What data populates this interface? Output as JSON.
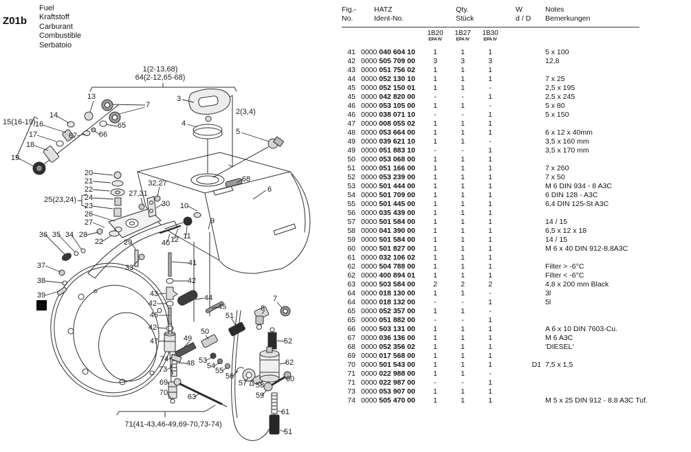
{
  "page": {
    "code": "Z01b",
    "languages": [
      "Fuel",
      "Kraftstoff",
      "Carburant",
      "Combustible",
      "Serbatoio"
    ]
  },
  "table": {
    "header": {
      "fig1": "Fig.-",
      "fig2": "No.",
      "ident1": "HATZ",
      "ident2": "Ident-No.",
      "qty1": "Qty.",
      "qty2": "Stück",
      "w1": "W",
      "w2": "d / D",
      "notes1": "Notes",
      "notes2": "Bemerkungen"
    },
    "variants": [
      {
        "model": "1B20",
        "epa": "EPA IV"
      },
      {
        "model": "1B27",
        "epa": "EPA IV"
      },
      {
        "model": "1B30",
        "epa": "EPA IV"
      }
    ],
    "rows": [
      {
        "fig": "41",
        "prefix": "0000",
        "ident": "040 604 10",
        "qty": [
          "1",
          "1",
          "1"
        ],
        "w": "",
        "notes": "5 x 100"
      },
      {
        "fig": "42",
        "prefix": "0000",
        "ident": "505 709 00",
        "qty": [
          "3",
          "3",
          "3"
        ],
        "w": "",
        "notes": "12,8"
      },
      {
        "fig": "43",
        "prefix": "0000",
        "ident": "051 756 02",
        "qty": [
          "1",
          "1",
          "1"
        ],
        "w": "",
        "notes": ""
      },
      {
        "fig": "44",
        "prefix": "0000",
        "ident": "052 130 10",
        "qty": [
          "1",
          "1",
          "1"
        ],
        "w": "",
        "notes": "7 x 25"
      },
      {
        "fig": "45",
        "prefix": "0000",
        "ident": "052 150 01",
        "qty": [
          "1",
          "1",
          "-"
        ],
        "w": "",
        "notes": "2,5 x 195"
      },
      {
        "fig": "45",
        "prefix": "0000",
        "ident": "042 820 00",
        "qty": [
          "-",
          "-",
          "1"
        ],
        "w": "",
        "notes": "2,5 x 245"
      },
      {
        "fig": "46",
        "prefix": "0000",
        "ident": "053 105 00",
        "qty": [
          "1",
          "1",
          "-"
        ],
        "w": "",
        "notes": "5 x 80"
      },
      {
        "fig": "46",
        "prefix": "0000",
        "ident": "038 071 10",
        "qty": [
          "-",
          "-",
          "1"
        ],
        "w": "",
        "notes": "5 x 150"
      },
      {
        "fig": "47",
        "prefix": "0000",
        "ident": "008 055 02",
        "qty": [
          "1",
          "1",
          "1"
        ],
        "w": "",
        "notes": ""
      },
      {
        "fig": "48",
        "prefix": "0000",
        "ident": "053 664 00",
        "qty": [
          "1",
          "1",
          "1"
        ],
        "w": "",
        "notes": "6 x 12 x 40mm"
      },
      {
        "fig": "49",
        "prefix": "0000",
        "ident": "039 621 10",
        "qty": [
          "1",
          "1",
          "-"
        ],
        "w": "",
        "notes": "3,5 x 160 mm"
      },
      {
        "fig": "49",
        "prefix": "0000",
        "ident": "051 883 10",
        "qty": [
          "-",
          "-",
          "1"
        ],
        "w": "",
        "notes": "3,5 x 170 mm"
      },
      {
        "fig": "50",
        "prefix": "0000",
        "ident": "053 068 00",
        "qty": [
          "1",
          "1",
          "1"
        ],
        "w": "",
        "notes": ""
      },
      {
        "fig": "51",
        "prefix": "0000",
        "ident": "051 166 00",
        "qty": [
          "1",
          "1",
          "1"
        ],
        "w": "",
        "notes": "7 x 260"
      },
      {
        "fig": "52",
        "prefix": "0000",
        "ident": "053 239 00",
        "qty": [
          "1",
          "1",
          "1"
        ],
        "w": "",
        "notes": "7 x 50"
      },
      {
        "fig": "53",
        "prefix": "0000",
        "ident": "501 444 00",
        "qty": [
          "1",
          "1",
          "1"
        ],
        "w": "",
        "notes": "M 6 DIN 934 - 8 A3C"
      },
      {
        "fig": "54",
        "prefix": "0000",
        "ident": "501 709 00",
        "qty": [
          "1",
          "1",
          "1"
        ],
        "w": "",
        "notes": "6 DIN 128 - A3C"
      },
      {
        "fig": "55",
        "prefix": "0000",
        "ident": "501 445 00",
        "qty": [
          "1",
          "1",
          "1"
        ],
        "w": "",
        "notes": "6,4 DIN 125-St A3C"
      },
      {
        "fig": "56",
        "prefix": "0000",
        "ident": "035 439 00",
        "qty": [
          "1",
          "1",
          "1"
        ],
        "w": "",
        "notes": ""
      },
      {
        "fig": "57",
        "prefix": "0000",
        "ident": "501 584 00",
        "qty": [
          "1",
          "1",
          "1"
        ],
        "w": "",
        "notes": "14 / 15"
      },
      {
        "fig": "58",
        "prefix": "0000",
        "ident": "041 390 00",
        "qty": [
          "1",
          "1",
          "1"
        ],
        "w": "",
        "notes": "6,5 x 12 x 18"
      },
      {
        "fig": "59",
        "prefix": "0000",
        "ident": "501 584 00",
        "qty": [
          "1",
          "1",
          "1"
        ],
        "w": "",
        "notes": "14 / 15"
      },
      {
        "fig": "60",
        "prefix": "0000",
        "ident": "501 827 00",
        "qty": [
          "1",
          "1",
          "1"
        ],
        "w": "",
        "notes": "M 6 x 40 DIN 912-8.8A3C"
      },
      {
        "fig": "61",
        "prefix": "0000",
        "ident": "032 106 02",
        "qty": [
          "1",
          "1",
          "1"
        ],
        "w": "",
        "notes": ""
      },
      {
        "fig": "62",
        "prefix": "0000",
        "ident": "504 788 00",
        "qty": [
          "1",
          "1",
          "1"
        ],
        "w": "",
        "notes": "Filter > -6°C"
      },
      {
        "fig": "62",
        "prefix": "0000",
        "ident": "400 894 01",
        "qty": [
          "1",
          "1",
          "1"
        ],
        "w": "",
        "notes": "Filter < -6°C"
      },
      {
        "fig": "63",
        "prefix": "0000",
        "ident": "503 584 00",
        "qty": [
          "2",
          "2",
          "2"
        ],
        "w": "",
        "notes": "4,8 x 200 mm Black"
      },
      {
        "fig": "64",
        "prefix": "0000",
        "ident": "018 130 00",
        "qty": [
          "1",
          "1",
          "-"
        ],
        "w": "",
        "notes": "3l"
      },
      {
        "fig": "64",
        "prefix": "0000",
        "ident": "018 132 00",
        "qty": [
          "-",
          "-",
          "1"
        ],
        "w": "",
        "notes": "5l"
      },
      {
        "fig": "65",
        "prefix": "0000",
        "ident": "052 357 00",
        "qty": [
          "1",
          "1",
          "-"
        ],
        "w": "",
        "notes": ""
      },
      {
        "fig": "65",
        "prefix": "0000",
        "ident": "051 882 00",
        "qty": [
          "-",
          "-",
          "1"
        ],
        "w": "",
        "notes": ""
      },
      {
        "fig": "66",
        "prefix": "0000",
        "ident": "503 131 00",
        "qty": [
          "1",
          "1",
          "1"
        ],
        "w": "",
        "notes": "A 6 x 10 DIN 7603-Cu."
      },
      {
        "fig": "67",
        "prefix": "0000",
        "ident": "036 136 00",
        "qty": [
          "1",
          "1",
          "1"
        ],
        "w": "",
        "notes": "M 6 A3C"
      },
      {
        "fig": "68",
        "prefix": "0000",
        "ident": "052 356 02",
        "qty": [
          "1",
          "1",
          "1"
        ],
        "w": "",
        "notes": "'DIESEL'"
      },
      {
        "fig": "69",
        "prefix": "0000",
        "ident": "017 568 00",
        "qty": [
          "1",
          "1",
          "1"
        ],
        "w": "",
        "notes": ""
      },
      {
        "fig": "70",
        "prefix": "0000",
        "ident": "501 543 00",
        "qty": [
          "1",
          "1",
          "1"
        ],
        "w": "D1",
        "notes": "7,5 x 1,5"
      },
      {
        "fig": "71",
        "prefix": "0000",
        "ident": "022 988 00",
        "qty": [
          "1",
          "1",
          "-"
        ],
        "w": "",
        "notes": ""
      },
      {
        "fig": "71",
        "prefix": "0000",
        "ident": "022 987 00",
        "qty": [
          "-",
          "-",
          "1"
        ],
        "w": "",
        "notes": ""
      },
      {
        "fig": "73",
        "prefix": "0000",
        "ident": "053 907 00",
        "qty": [
          "1",
          "1",
          "1"
        ],
        "w": "",
        "notes": ""
      },
      {
        "fig": "74",
        "prefix": "0000",
        "ident": "505 470 00",
        "qty": [
          "1",
          "1",
          "1"
        ],
        "w": "",
        "notes": "M 5 x 25 DIN 912 - 8.8 A3C Tuf."
      }
    ]
  },
  "diagram": {
    "d_marker": "D",
    "callouts": [
      [
        "1(2-13,68)",
        233,
        104
      ],
      [
        "64(2-12,65-68)",
        233,
        116
      ],
      [
        "13",
        133,
        144
      ],
      [
        "7",
        215,
        156
      ],
      [
        "3",
        260,
        147
      ],
      [
        "2(3,4)",
        343,
        166,
        "s"
      ],
      [
        "4",
        267,
        183
      ],
      [
        "5",
        346,
        195
      ],
      [
        "15(16-19)",
        4,
        181,
        "s"
      ],
      [
        "14",
        78,
        171
      ],
      [
        "16",
        57,
        184
      ],
      [
        "17",
        48,
        199
      ],
      [
        "18",
        44,
        214
      ],
      [
        "19",
        22,
        233
      ],
      [
        "67",
        106,
        201
      ],
      [
        "65",
        177,
        186
      ],
      [
        "66",
        150,
        199
      ],
      [
        "20",
        129,
        255
      ],
      [
        "21",
        129,
        267
      ],
      [
        "22",
        129,
        279
      ],
      [
        "24",
        129,
        291
      ],
      [
        "23",
        129,
        303
      ],
      [
        "26",
        129,
        315
      ],
      [
        "27",
        129,
        327
      ],
      [
        "25(23,24)",
        64,
        294,
        "s"
      ],
      [
        "32,27",
        229,
        270
      ],
      [
        "27,31",
        201,
        285
      ],
      [
        "30",
        241,
        300
      ],
      [
        "10",
        268,
        303
      ],
      [
        "68",
        358,
        264
      ],
      [
        "6",
        392,
        279
      ],
      [
        "9",
        309,
        325
      ],
      [
        "36",
        63,
        345
      ],
      [
        "35",
        82,
        345
      ],
      [
        "34",
        101,
        345
      ],
      [
        "28",
        121,
        345
      ],
      [
        "22",
        144,
        355
      ],
      [
        "29",
        186,
        356
      ],
      [
        "12",
        254,
        352
      ],
      [
        "11",
        272,
        347
      ],
      [
        "40",
        241,
        357
      ],
      [
        "37",
        60,
        390
      ],
      [
        "38",
        60,
        412
      ],
      [
        "39",
        60,
        433
      ],
      [
        "33",
        188,
        393
      ],
      [
        "41",
        280,
        386
      ],
      [
        "42",
        279,
        412
      ],
      [
        "43",
        224,
        431
      ],
      [
        "44",
        303,
        437
      ],
      [
        "42",
        222,
        445
      ],
      [
        "45",
        323,
        450
      ],
      [
        "46",
        224,
        462
      ],
      [
        "51",
        334,
        463
      ],
      [
        "42",
        222,
        480
      ],
      [
        "47",
        224,
        500
      ],
      [
        "50",
        298,
        486
      ],
      [
        "49",
        273,
        496
      ],
      [
        "48",
        277,
        532
      ],
      [
        "74",
        239,
        526
      ],
      [
        "73",
        237,
        541
      ],
      [
        "53",
        295,
        528
      ],
      [
        "54",
        307,
        536
      ],
      [
        "55",
        319,
        543
      ],
      [
        "56",
        334,
        551
      ],
      [
        "57",
        353,
        561
      ],
      [
        "58",
        378,
        564
      ],
      [
        "69",
        238,
        560
      ],
      [
        "70",
        238,
        575
      ],
      [
        "63",
        279,
        581
      ],
      [
        "59",
        378,
        579
      ],
      [
        "7",
        400,
        438
      ],
      [
        "8",
        382,
        452
      ],
      [
        "52",
        419,
        500
      ],
      [
        "62",
        421,
        531
      ],
      [
        "60",
        422,
        555
      ],
      [
        "61",
        415,
        603
      ],
      [
        "51",
        419,
        632
      ],
      [
        "71(41-43,46-49,69-70,73-74)",
        252,
        621
      ]
    ],
    "leaders": [
      [
        136,
        147,
        131,
        163
      ],
      [
        211,
        153,
        164,
        152
      ],
      [
        211,
        156,
        173,
        166
      ],
      [
        265,
        145,
        282,
        149
      ],
      [
        272,
        181,
        287,
        185
      ],
      [
        351,
        193,
        391,
        206
      ],
      [
        62,
        182,
        96,
        193
      ],
      [
        83,
        169,
        100,
        179
      ],
      [
        54,
        197,
        82,
        206
      ],
      [
        50,
        212,
        70,
        219
      ],
      [
        28,
        231,
        49,
        242
      ],
      [
        112,
        198,
        124,
        195
      ],
      [
        171,
        184,
        154,
        181
      ],
      [
        145,
        196,
        138,
        191
      ],
      [
        135,
        252,
        164,
        255
      ],
      [
        135,
        264,
        161,
        266
      ],
      [
        135,
        276,
        159,
        278
      ],
      [
        135,
        288,
        165,
        290
      ],
      [
        135,
        300,
        164,
        304
      ],
      [
        135,
        312,
        167,
        322
      ],
      [
        135,
        324,
        152,
        331
      ],
      [
        232,
        272,
        229,
        286
      ],
      [
        205,
        288,
        208,
        299
      ],
      [
        236,
        297,
        227,
        303
      ],
      [
        273,
        300,
        287,
        307
      ],
      [
        353,
        261,
        344,
        266
      ],
      [
        387,
        277,
        368,
        290
      ],
      [
        306,
        322,
        303,
        334
      ],
      [
        66,
        342,
        95,
        371
      ],
      [
        85,
        342,
        109,
        367
      ],
      [
        104,
        342,
        119,
        364
      ],
      [
        126,
        342,
        143,
        338
      ],
      [
        148,
        352,
        162,
        343
      ],
      [
        190,
        353,
        198,
        364
      ],
      [
        253,
        348,
        259,
        333
      ],
      [
        271,
        343,
        272,
        329
      ],
      [
        243,
        353,
        247,
        341
      ],
      [
        66,
        387,
        88,
        396
      ],
      [
        66,
        409,
        92,
        412
      ],
      [
        66,
        430,
        85,
        424
      ],
      [
        191,
        390,
        203,
        377
      ],
      [
        275,
        383,
        250,
        381
      ],
      [
        273,
        409,
        253,
        409
      ],
      [
        230,
        428,
        241,
        427
      ],
      [
        296,
        434,
        284,
        436
      ],
      [
        228,
        442,
        242,
        442
      ],
      [
        317,
        447,
        308,
        449
      ],
      [
        231,
        459,
        247,
        459
      ],
      [
        337,
        464,
        343,
        474
      ],
      [
        228,
        477,
        242,
        478
      ],
      [
        231,
        497,
        240,
        496
      ],
      [
        299,
        488,
        303,
        494
      ],
      [
        276,
        497,
        268,
        505
      ],
      [
        271,
        529,
        258,
        528
      ],
      [
        245,
        523,
        251,
        520
      ],
      [
        243,
        538,
        250,
        534
      ],
      [
        299,
        525,
        309,
        520
      ],
      [
        311,
        533,
        319,
        528
      ],
      [
        323,
        540,
        330,
        535
      ],
      [
        338,
        548,
        346,
        540
      ],
      [
        356,
        557,
        361,
        550
      ],
      [
        381,
        561,
        377,
        555
      ],
      [
        244,
        557,
        246,
        559
      ],
      [
        244,
        572,
        249,
        581
      ],
      [
        283,
        578,
        291,
        572
      ],
      [
        381,
        575,
        388,
        568
      ],
      [
        403,
        440,
        411,
        449
      ],
      [
        385,
        452,
        381,
        457
      ],
      [
        415,
        497,
        403,
        496
      ],
      [
        417,
        528,
        407,
        530
      ],
      [
        418,
        552,
        413,
        549
      ],
      [
        411,
        600,
        404,
        598
      ],
      [
        415,
        629,
        407,
        626
      ]
    ]
  }
}
